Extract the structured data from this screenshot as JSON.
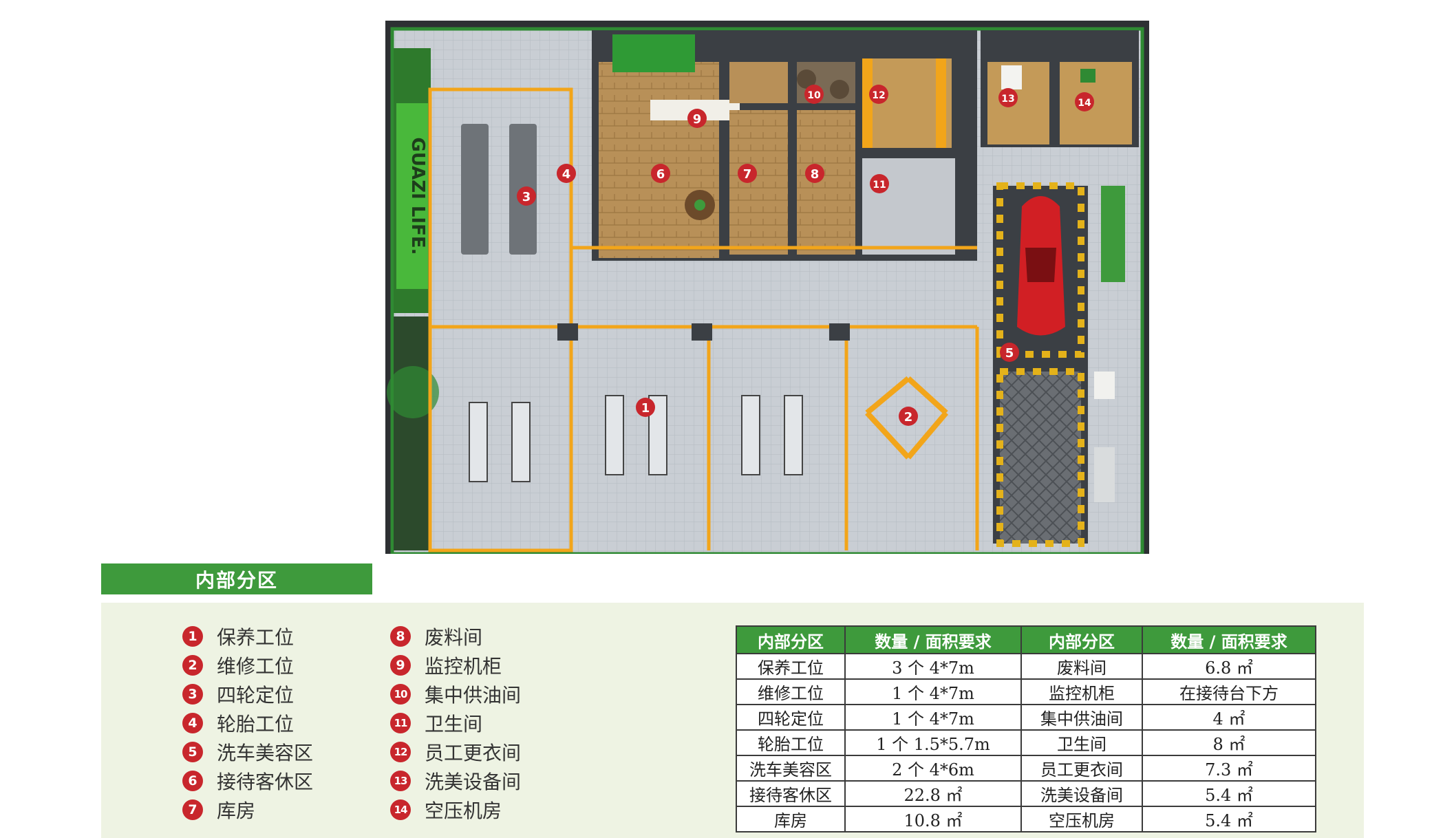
{
  "markers": [
    {
      "n": "1"
    },
    {
      "n": "2"
    },
    {
      "n": "3"
    },
    {
      "n": "4"
    },
    {
      "n": "5"
    },
    {
      "n": "6"
    },
    {
      "n": "7"
    },
    {
      "n": "8"
    },
    {
      "n": "9"
    },
    {
      "n": "10"
    },
    {
      "n": "11"
    },
    {
      "n": "12"
    },
    {
      "n": "13"
    },
    {
      "n": "14"
    }
  ],
  "brand": {
    "wall_text": "GUAZI LIFE."
  },
  "section_title": "内部分区",
  "legend": [
    {
      "num": "1",
      "label": "保养工位"
    },
    {
      "num": "2",
      "label": "维修工位"
    },
    {
      "num": "3",
      "label": "四轮定位"
    },
    {
      "num": "4",
      "label": "轮胎工位"
    },
    {
      "num": "5",
      "label": "洗车美容区"
    },
    {
      "num": "6",
      "label": "接待客休区"
    },
    {
      "num": "7",
      "label": "库房"
    },
    {
      "num": "8",
      "label": "废料间"
    },
    {
      "num": "9",
      "label": "监控机柜"
    },
    {
      "num": "10",
      "label": "集中供油间"
    },
    {
      "num": "11",
      "label": "卫生间"
    },
    {
      "num": "12",
      "label": "员工更衣间"
    },
    {
      "num": "13",
      "label": "洗美设备间"
    },
    {
      "num": "14",
      "label": "空压机房"
    }
  ],
  "table": {
    "headers": [
      "内部分区",
      "数量 / 面积要求",
      "内部分区",
      "数量 / 面积要求"
    ],
    "rows": [
      [
        "保养工位",
        "3 个 4*7m",
        "废料间",
        "6.8 ㎡"
      ],
      [
        "维修工位",
        "1 个 4*7m",
        "监控机柜",
        "在接待台下方"
      ],
      [
        "四轮定位",
        "1 个 4*7m",
        "集中供油间",
        "4 ㎡"
      ],
      [
        "轮胎工位",
        "1 个 1.5*5.7m",
        "卫生间",
        "8 ㎡"
      ],
      [
        "洗车美容区",
        "2 个 4*6m",
        "员工更衣间",
        "7.3 ㎡"
      ],
      [
        "接待客休区",
        "22.8 ㎡",
        "洗美设备间",
        "5.4 ㎡"
      ],
      [
        "库房",
        "10.8 ㎡",
        "空压机房",
        "5.4 ㎡"
      ]
    ]
  },
  "colors": {
    "accent_green": "#3e9a3c",
    "marker_red": "#c8262c",
    "lane_yellow": "#f2a51a",
    "panel_bg": "#eef3e3"
  }
}
